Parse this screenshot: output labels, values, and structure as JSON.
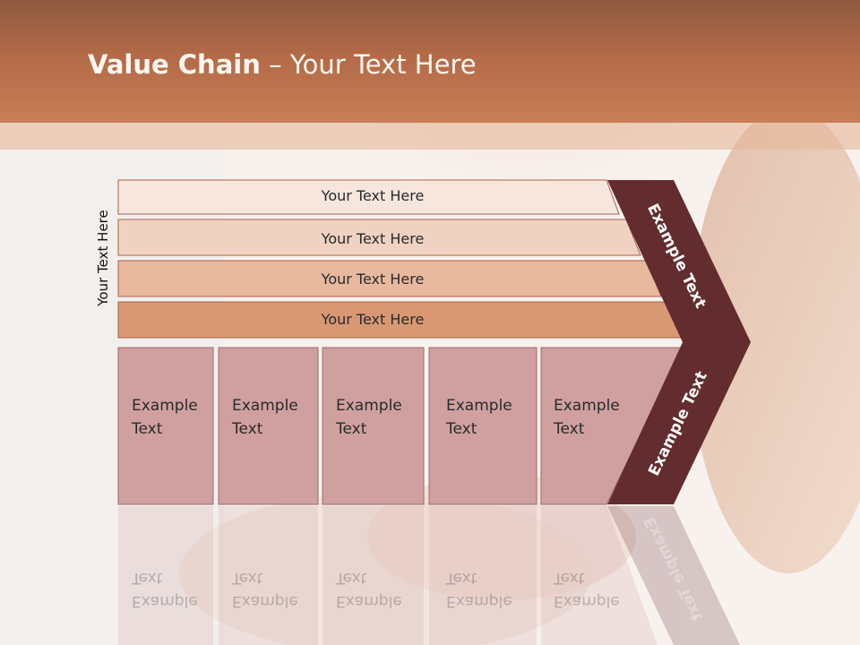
{
  "title": {
    "bold": "Value Chain",
    "rest": " – Your Text Here"
  },
  "side_label": "Your Text Here",
  "rows": [
    "Your Text Here",
    "Your Text Here",
    "Your Text Here",
    "Your Text Here"
  ],
  "columns": [
    {
      "line1": "Example",
      "line2": "Text"
    },
    {
      "line1": "Example",
      "line2": "Text"
    },
    {
      "line1": "Example",
      "line2": "Text"
    },
    {
      "line1": "Example",
      "line2": "Text"
    },
    {
      "line1": "Example",
      "line2": "Text"
    }
  ],
  "arrow_top": "Example Text",
  "arrow_bottom": "Example Text",
  "colors": {
    "header": "#b36a48",
    "row1": "#f6e6de",
    "row2": "#f0d2c2",
    "row3": "#e8b89f",
    "row4": "#d99874",
    "column": "#d0a0a0",
    "arrow": "#632c2e"
  }
}
